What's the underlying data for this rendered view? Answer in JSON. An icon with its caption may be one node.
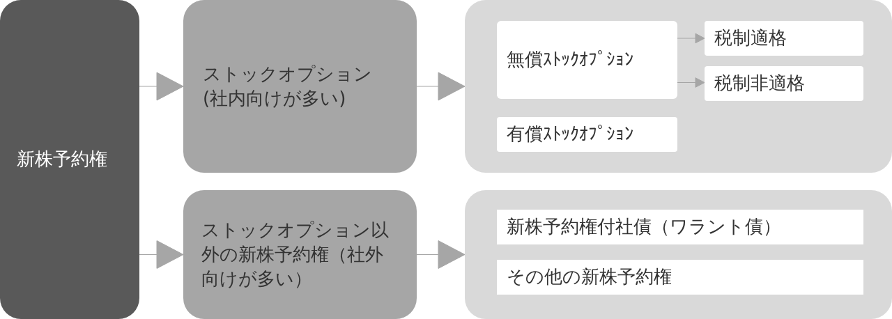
{
  "diagram": {
    "nodes": [
      {
        "text": [
          "新株予約権"
        ]
      },
      {
        "text": [
          "ストックオプション(社内向けが多い)"
        ]
      },
      {
        "text": [],
        "shape": "box"
      },
      {
        "text": [
          "無償ｽﾄｯｸｵﾌﾟｼｮﾝ"
        ],
        "in": 2
      },
      {
        "text": [
          "税制適格"
        ],
        "in": 2
      },
      {
        "text": [
          "税制非適格"
        ],
        "in": 2
      },
      {
        "text": [
          "有償ｽﾄｯｸｵﾌﾟｼｮﾝ"
        ],
        "in": 2
      },
      {
        "text": [
          "ストックオプション以外の新株予約権（社外向けが多い）"
        ]
      },
      {
        "text": [],
        "shape": "box"
      },
      {
        "text": [
          "新株予約権付社債（ワラント債）"
        ],
        "in": 8
      },
      {
        "text": [
          "その他の新株予約権"
        ],
        "in": 8
      }
    ],
    "edges": [
      {
        "from": 0,
        "to": 1,
        "arrow": "to"
      },
      {
        "from": 0,
        "to": 7,
        "arrow": "to"
      },
      {
        "from": 1,
        "to": 2,
        "arrow": "to"
      },
      {
        "from": 7,
        "to": 8,
        "arrow": "to"
      },
      {
        "from": 3,
        "to": 4,
        "arrow": "to"
      },
      {
        "from": 3,
        "to": 5,
        "arrow": "to"
      }
    ]
  }
}
